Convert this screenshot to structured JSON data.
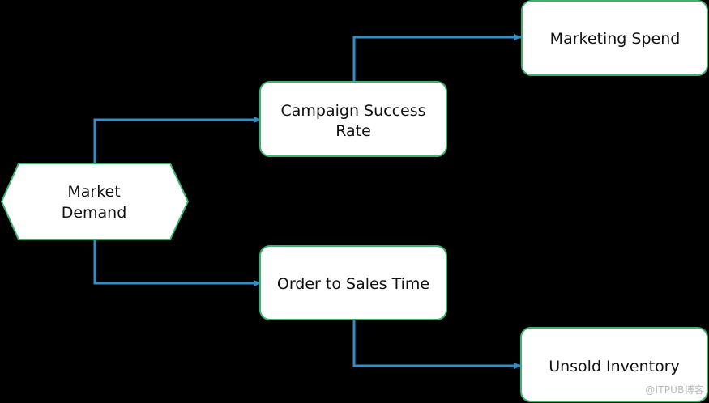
{
  "nodes": {
    "market_demand": {
      "line1": "Market",
      "line2": "Demand"
    },
    "campaign_success_rate": {
      "line1": "Campaign Success",
      "line2": "Rate"
    },
    "marketing_spend": {
      "label": "Marketing Spend"
    },
    "order_to_sales_time": {
      "label": "Order to Sales Time"
    },
    "unsold_inventory": {
      "label": "Unsold Inventory"
    }
  },
  "watermark": "@ITPUB博客",
  "colors": {
    "background": "#000000",
    "node_fill": "#ffffff",
    "node_border": "#3cb371",
    "connector": "#2f8fc8",
    "text": "#111111"
  }
}
